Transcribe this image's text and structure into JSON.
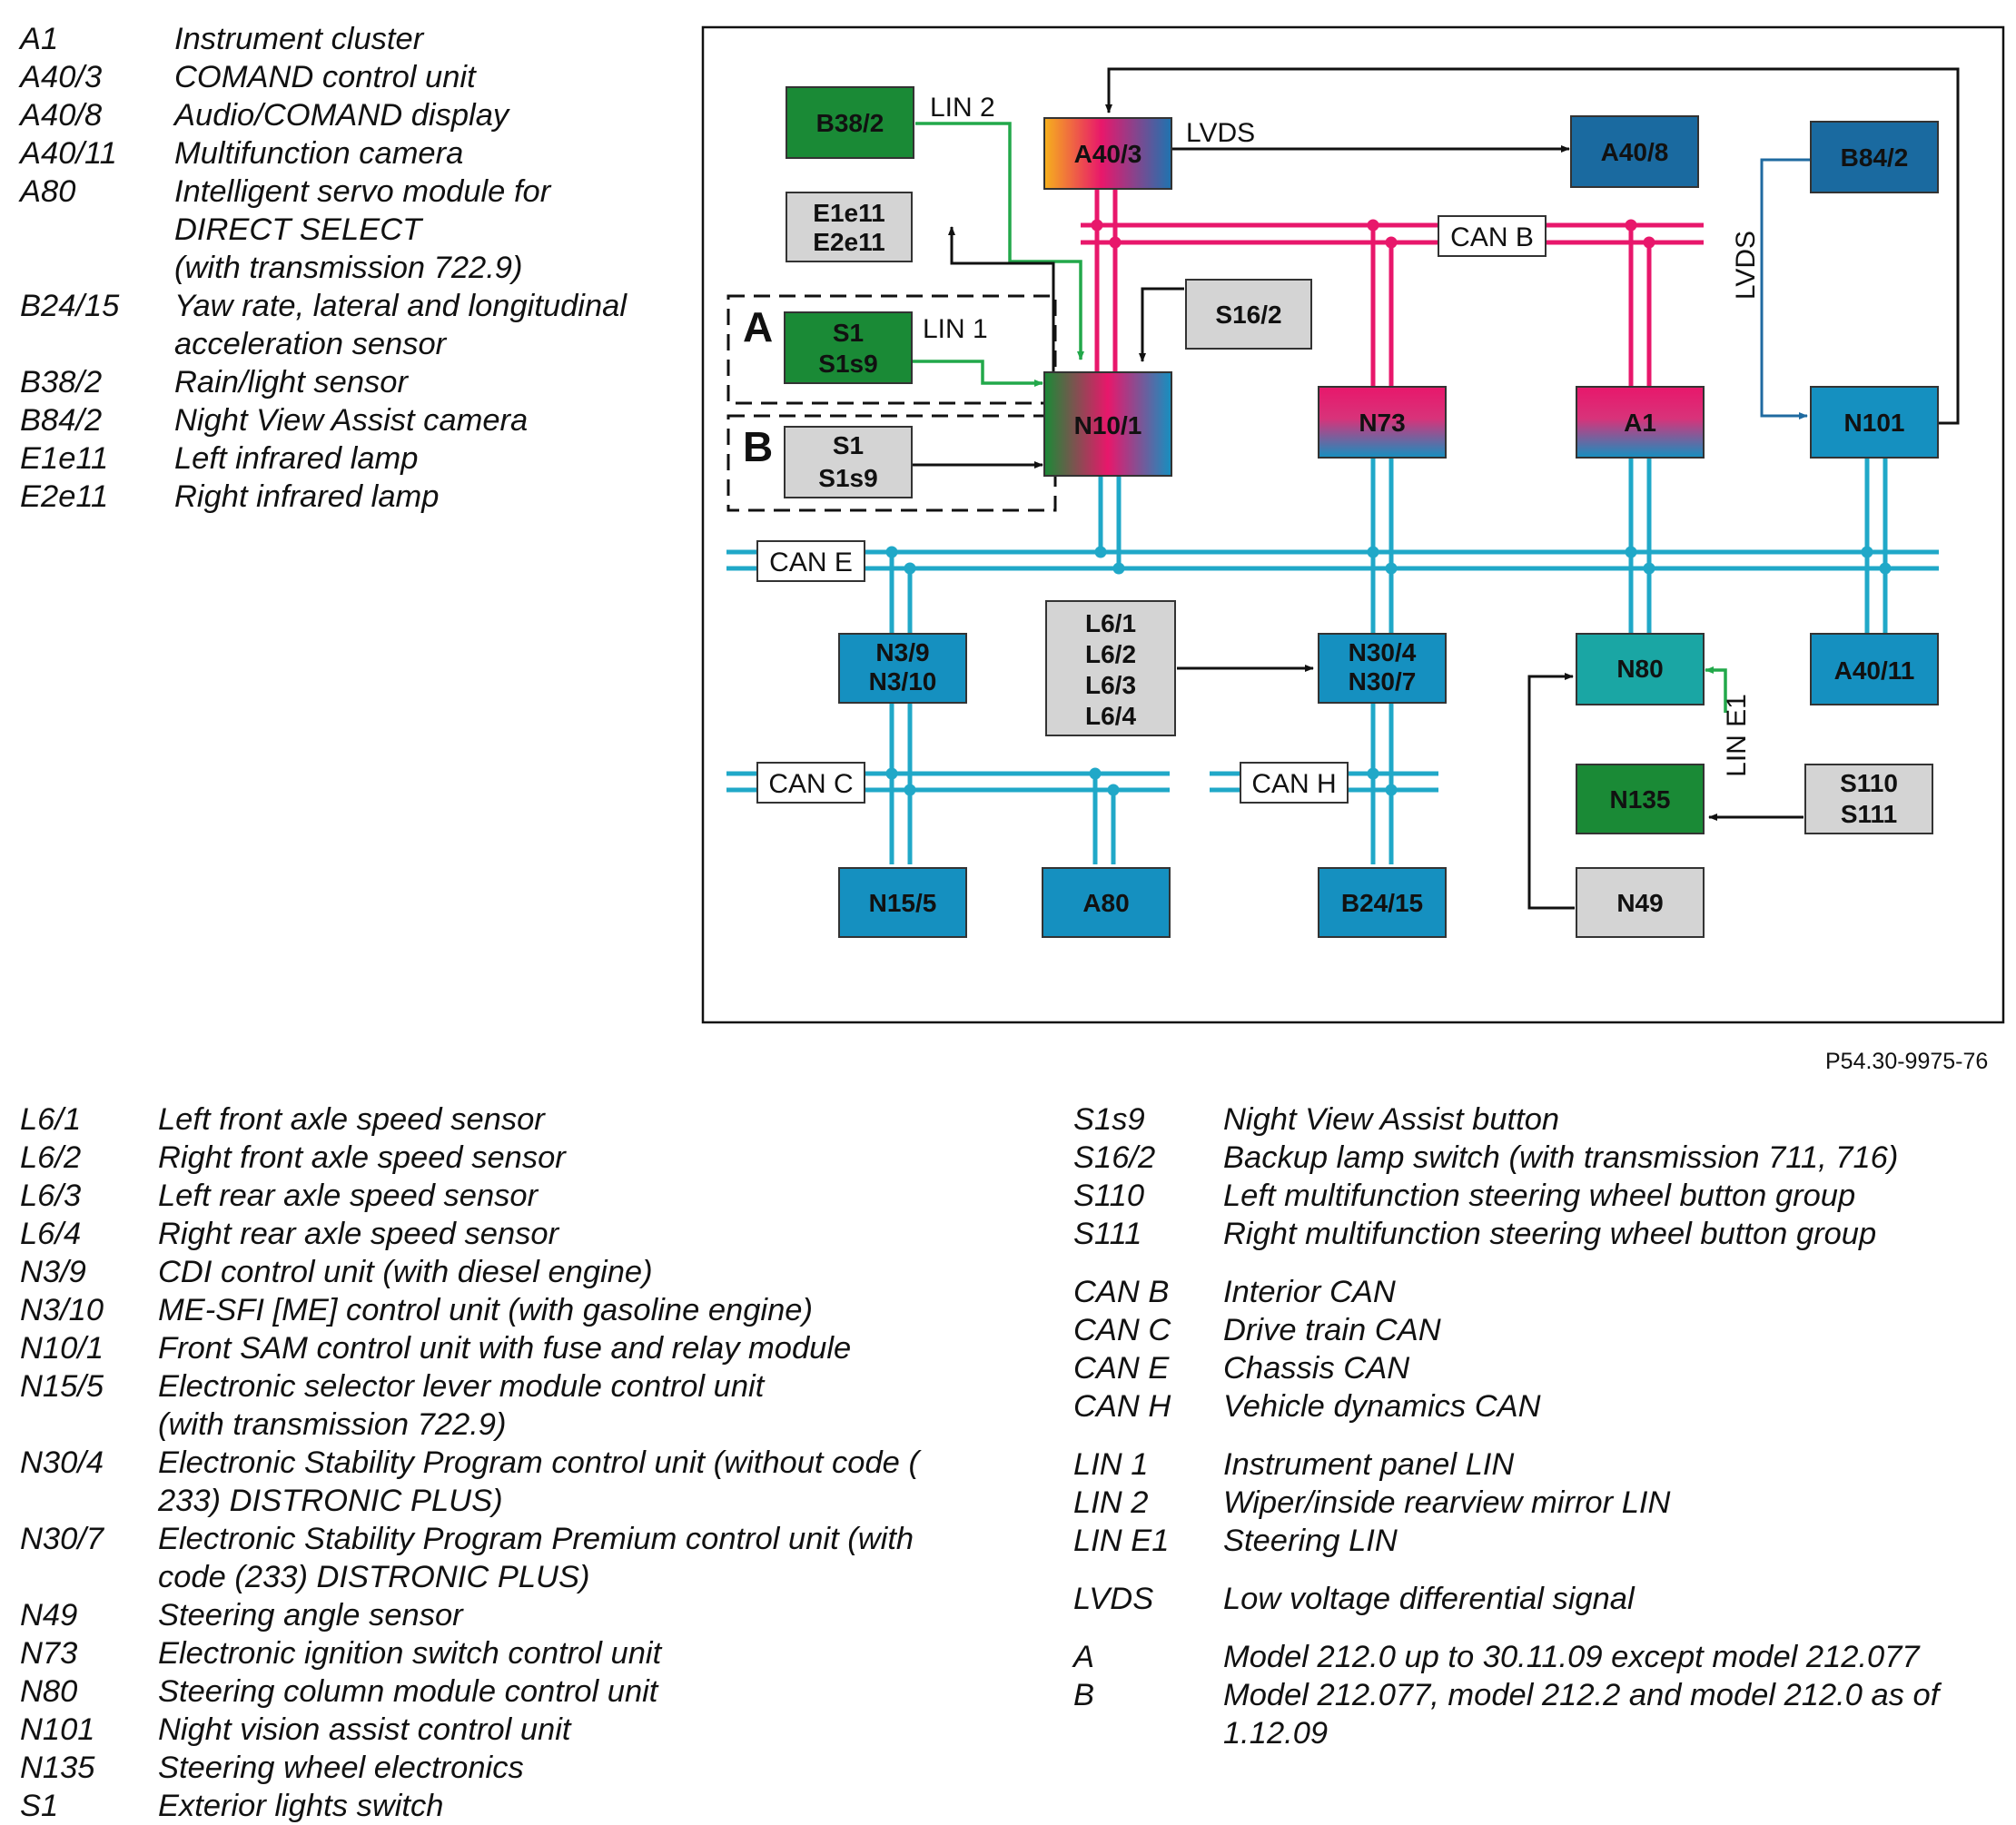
{
  "legend_top": [
    {
      "code": "A1",
      "lines": [
        "Instrument cluster"
      ]
    },
    {
      "code": "A40/3",
      "lines": [
        "COMAND control unit"
      ]
    },
    {
      "code": "A40/8",
      "lines": [
        "Audio/COMAND display"
      ]
    },
    {
      "code": "A40/11",
      "lines": [
        "Multifunction camera"
      ]
    },
    {
      "code": "A80",
      "lines": [
        "Intelligent servo module for",
        "DIRECT SELECT",
        "(with transmission 722.9)"
      ]
    },
    {
      "code": "B24/15",
      "lines": [
        "Yaw rate, lateral and longitudinal",
        "acceleration sensor"
      ]
    },
    {
      "code": "B38/2",
      "lines": [
        "Rain/light sensor"
      ]
    },
    {
      "code": "B84/2",
      "lines": [
        "Night View Assist camera"
      ]
    },
    {
      "code": "E1e11",
      "lines": [
        "Left infrared lamp"
      ]
    },
    {
      "code": "E2e11",
      "lines": [
        "Right infrared lamp"
      ]
    }
  ],
  "legend_bottom_left": [
    {
      "code": "L6/1",
      "lines": [
        "Left front axle speed sensor"
      ]
    },
    {
      "code": "L6/2",
      "lines": [
        "Right front axle speed sensor"
      ]
    },
    {
      "code": "L6/3",
      "lines": [
        "Left rear axle speed sensor"
      ]
    },
    {
      "code": "L6/4",
      "lines": [
        "Right rear axle speed sensor"
      ]
    },
    {
      "code": "N3/9",
      "lines": [
        "CDI control unit (with diesel engine)"
      ]
    },
    {
      "code": "N3/10",
      "lines": [
        "ME-SFI [ME] control unit (with gasoline engine)"
      ]
    },
    {
      "code": "N10/1",
      "lines": [
        "Front SAM control unit with fuse and relay module"
      ]
    },
    {
      "code": "N15/5",
      "lines": [
        "Electronic selector lever module control unit",
        "(with transmission 722.9)"
      ]
    },
    {
      "code": "N30/4",
      "lines": [
        "Electronic Stability Program control unit (without code (",
        "233) DISTRONIC PLUS)"
      ]
    },
    {
      "code": "N30/7",
      "lines": [
        "Electronic Stability Program Premium control unit (with",
        "code (233) DISTRONIC PLUS)"
      ]
    },
    {
      "code": "N49",
      "lines": [
        "Steering angle sensor"
      ]
    },
    {
      "code": "N73",
      "lines": [
        "Electronic ignition switch control unit"
      ]
    },
    {
      "code": "N80",
      "lines": [
        "Steering column module control unit"
      ]
    },
    {
      "code": "N101",
      "lines": [
        "Night vision assist control unit"
      ]
    },
    {
      "code": "N135",
      "lines": [
        "Steering wheel electronics"
      ]
    },
    {
      "code": "S1",
      "lines": [
        "Exterior lights switch"
      ]
    }
  ],
  "legend_bottom_right": [
    {
      "code": "S1s9",
      "lines": [
        "Night View Assist button"
      ]
    },
    {
      "code": "S16/2",
      "lines": [
        "Backup lamp switch (with transmission 711, 716)"
      ]
    },
    {
      "code": "S110",
      "lines": [
        "Left multifunction steering wheel button group"
      ]
    },
    {
      "code": "S111",
      "lines": [
        "Right multifunction steering wheel button group"
      ],
      "gap_after": true
    },
    {
      "code": "CAN B",
      "lines": [
        "Interior CAN"
      ]
    },
    {
      "code": "CAN C",
      "lines": [
        "Drive train CAN"
      ]
    },
    {
      "code": "CAN E",
      "lines": [
        "Chassis CAN"
      ]
    },
    {
      "code": "CAN H",
      "lines": [
        "Vehicle dynamics CAN"
      ],
      "gap_after": true
    },
    {
      "code": "LIN 1",
      "lines": [
        "Instrument panel LIN"
      ]
    },
    {
      "code": "LIN 2",
      "lines": [
        "Wiper/inside rearview mirror LIN"
      ]
    },
    {
      "code": "LIN E1",
      "lines": [
        "Steering LIN"
      ],
      "gap_after": true
    },
    {
      "code": "LVDS",
      "lines": [
        "Low voltage differential signal"
      ],
      "gap_after": true
    },
    {
      "code": "A",
      "lines": [
        "Model 212.0 up to 30.11.09 except model 212.077"
      ]
    },
    {
      "code": "B",
      "lines": [
        "Model 212.077, model 212.2 and model 212.0 as of",
        "1.12.09"
      ]
    }
  ],
  "diagram": {
    "nodes": {
      "b38_2": "B38/2",
      "a40_3": "A40/3",
      "a40_8": "A40/8",
      "b84_2": "B84/2",
      "e1e11": "E1e11",
      "e2e11": "E2e11",
      "s16_2": "S16/2",
      "s1_a": "S1",
      "s1s9_a": "S1s9",
      "s1_b": "S1",
      "s1s9_b": "S1s9",
      "n10_1": "N10/1",
      "n73": "N73",
      "a1": "A1",
      "n101": "N101",
      "n3_9": "N3/9",
      "n3_10": "N3/10",
      "l6_1": "L6/1",
      "l6_2": "L6/2",
      "l6_3": "L6/3",
      "l6_4": "L6/4",
      "n30_4": "N30/4",
      "n30_7": "N30/7",
      "n80": "N80",
      "a40_11": "A40/11",
      "n135": "N135",
      "s110": "S110",
      "s111": "S111",
      "n15_5": "N15/5",
      "a80": "A80",
      "b24_15": "B24/15",
      "n49": "N49"
    },
    "labels": {
      "lin2": "LIN 2",
      "lvds_top": "LVDS",
      "can_b": "CAN B",
      "lvds_side": "LVDS",
      "lin1": "LIN 1",
      "group_a": "A",
      "group_b": "B",
      "can_e": "CAN E",
      "can_c": "CAN C",
      "can_h": "CAN H",
      "lin_e1": "LIN E1"
    },
    "colors": {
      "can_b": "#e8176b",
      "can_teal": "#20a8c8",
      "lin": "#22a84a",
      "lvds": "#1f6aa0",
      "green_box": "#1a8a36",
      "blue_box": "#1590c0",
      "dark_blue_box": "#1a6aa0",
      "gray_box": "#d4d4d4",
      "teal_box": "#1aa6a4",
      "pink": "#e8176b"
    }
  },
  "reference_code": "P54.30-9975-76"
}
